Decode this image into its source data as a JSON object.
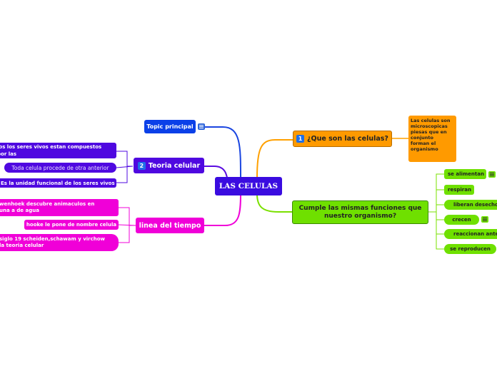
{
  "colors": {
    "central": "#3a0ce0",
    "topic": "#0b40e8",
    "teoria": "#4f08e0",
    "linea": "#f000d8",
    "que_son": "#ff9a00",
    "cumple": "#6fe000"
  },
  "central": {
    "label": "LAS CELULAS"
  },
  "topic_principal": {
    "label": "Topic principal",
    "icon": "note-icon"
  },
  "teoria": {
    "number": "2",
    "label": "Teoria celular",
    "children": [
      "los los seres vivos estan compuestos por las",
      "Toda celula procede de otra anterior",
      "Es la unidad funcional de los seres vivos"
    ]
  },
  "linea": {
    "label": "linea del tiempo",
    "children": [
      "wenhoek descubre animaculos en una a de agua",
      "hooke le pone de nombre celula",
      "siglo 19 scheiden,schawam y virchow la teoria celular"
    ]
  },
  "que_son": {
    "number": "1",
    "label": "¿Que son las celulas?",
    "child": "Las celulas son microscopicas piesas que en conjunto forman el organismo"
  },
  "cumple": {
    "label": "Cumple las mismas funciones que nuestro organismo?",
    "children": [
      {
        "label": "se alimentan",
        "note": true
      },
      {
        "label": "respiran",
        "note": false
      },
      {
        "label": "liberan desecho",
        "note": false
      },
      {
        "label": "crecen",
        "note": true
      },
      {
        "label": "reaccionan ante",
        "note": false
      },
      {
        "label": "se reproducen",
        "note": false
      }
    ]
  }
}
